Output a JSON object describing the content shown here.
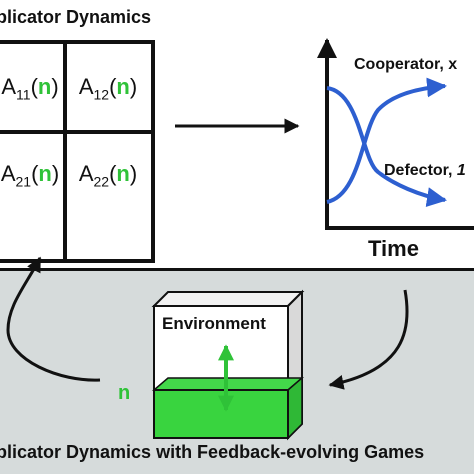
{
  "top_panel": {
    "title": "eplicator Dynamics",
    "matrix": {
      "cells": [
        {
          "base": "A",
          "sub": "11",
          "open": "(",
          "var": "n",
          "close": ")"
        },
        {
          "base": "A",
          "sub": "12",
          "open": "(",
          "var": "n",
          "close": ")"
        },
        {
          "base": "A",
          "sub": "21",
          "open": "(",
          "var": "n",
          "close": ")"
        },
        {
          "base": "A",
          "sub": "22",
          "open": "(",
          "var": "n",
          "close": ")"
        }
      ]
    },
    "plot": {
      "series_1_label": "Cooperator, x",
      "series_2_label": "Defector, ",
      "series_2_symbol": "1",
      "xlabel": "Time"
    }
  },
  "bottom_panel": {
    "environment_label": "Environment",
    "n_label": "n",
    "title": "eplicator Dynamics with Feedback-evolving Games"
  },
  "colors": {
    "curve": "#2d5fd0",
    "green": "#2fc238",
    "bottom_background": "#d6dbdb"
  }
}
